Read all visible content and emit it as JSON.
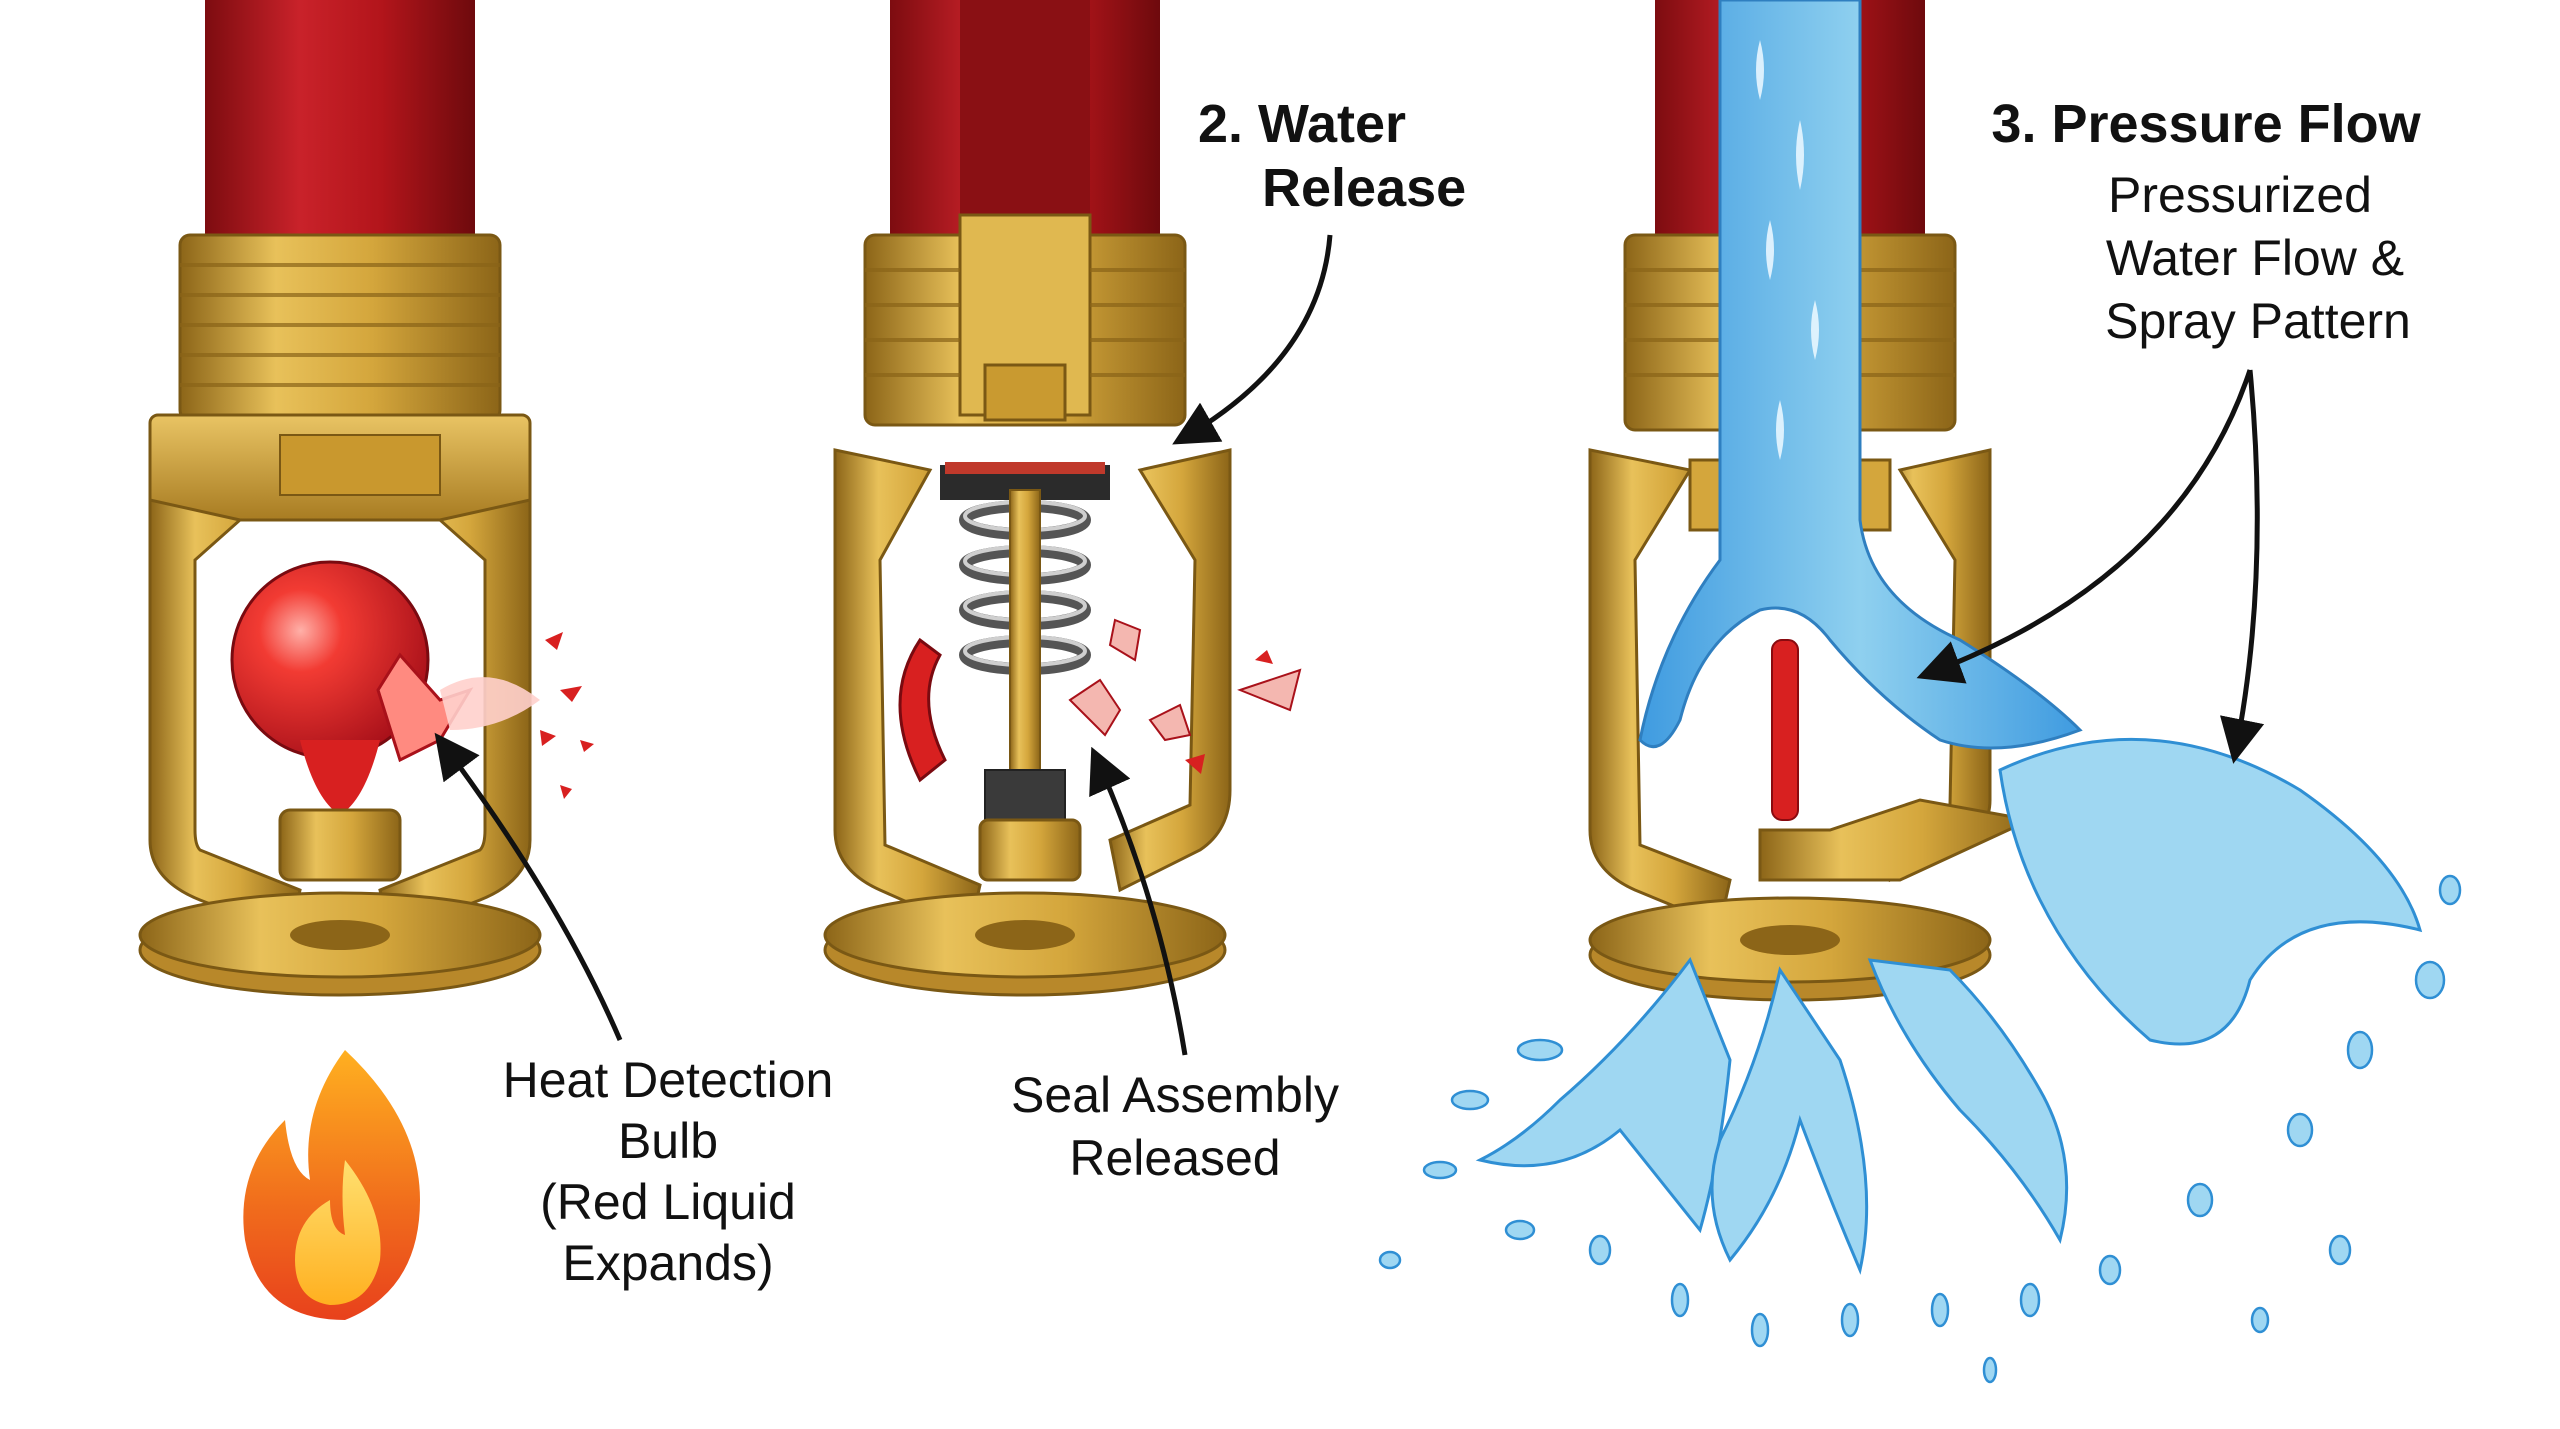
{
  "labels": {
    "heat_bulb": [
      "Heat Detection",
      "Bulb",
      "(Red Liquid",
      "Expands)"
    ],
    "water_release": [
      "2. Water",
      "Release"
    ],
    "seal_assembly": [
      "Seal Assembly",
      "Released"
    ],
    "pressure_flow_title": "3. Pressure Flow",
    "pressure_flow_desc": [
      "Pressurized",
      "Water Flow &",
      "Spray Pattern"
    ]
  },
  "colors": {
    "pipe_red": "#b3151b",
    "brass": "#d4a63c",
    "brass_dark": "#9a7220",
    "bulb_red": "#e52525",
    "water_blue": "#8fd0ef",
    "water_dark": "#2f8fd4",
    "flame_orange": "#f06a1c",
    "flame_yellow": "#ffc228"
  }
}
